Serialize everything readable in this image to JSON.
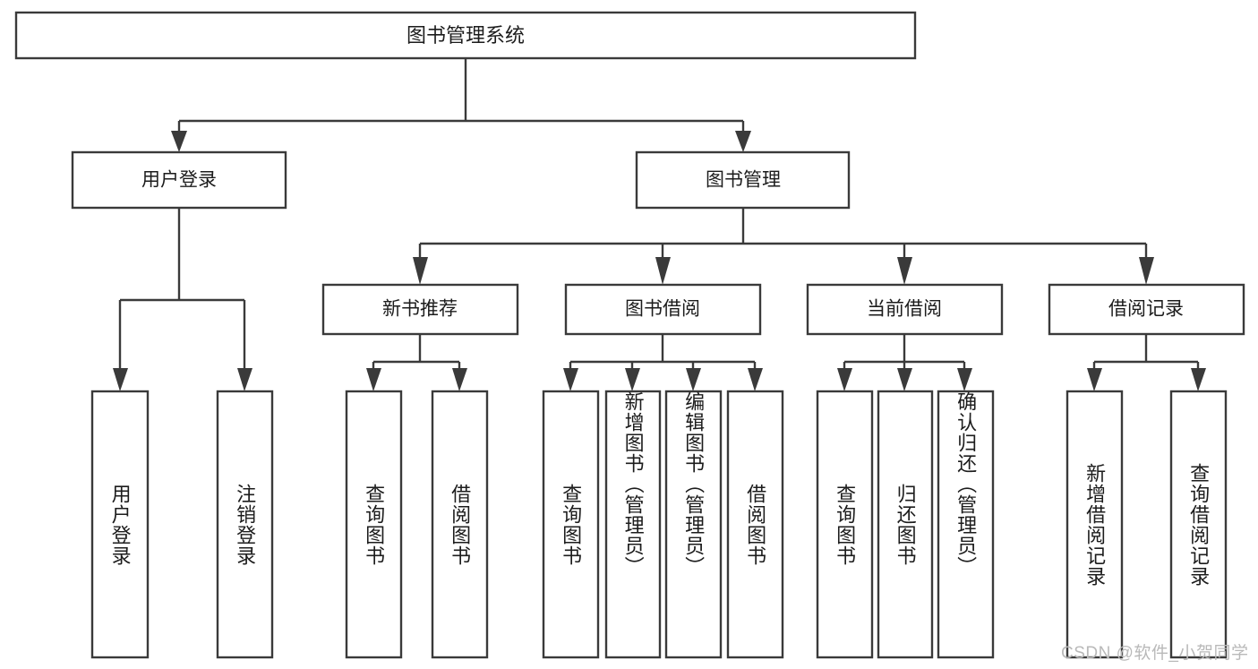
{
  "diagram": {
    "type": "tree",
    "title": "图书管理系统",
    "orientation": "top-down",
    "line_color": "#3a3a3a",
    "box_fill": "#ffffff",
    "levels": 4,
    "root": {
      "label": "图书管理系统",
      "children": [
        {
          "label": "用户登录",
          "children": [
            {
              "label": "用户登录"
            },
            {
              "label": "注销登录"
            }
          ]
        },
        {
          "label": "图书管理",
          "children": [
            {
              "label": "新书推荐",
              "children": [
                {
                  "label": "查询图书"
                },
                {
                  "label": "借阅图书"
                }
              ]
            },
            {
              "label": "图书借阅",
              "children": [
                {
                  "label": "查询图书"
                },
                {
                  "label": "新增图书（管理员）"
                },
                {
                  "label": "编辑图书（管理员）"
                },
                {
                  "label": "借阅图书"
                }
              ]
            },
            {
              "label": "当前借阅",
              "children": [
                {
                  "label": "查询图书"
                },
                {
                  "label": "归还图书"
                },
                {
                  "label": "确认归还（管理员）"
                }
              ]
            },
            {
              "label": "借阅记录",
              "children": [
                {
                  "label": "新增借阅记录"
                },
                {
                  "label": "查询借阅记录"
                }
              ]
            }
          ]
        }
      ]
    }
  },
  "nodes": {
    "root": "图书管理系统",
    "l1_user_login": "用户登录",
    "l1_book_manage": "图书管理",
    "l2_new_book_rec": "新书推荐",
    "l2_book_borrow": "图书借阅",
    "l2_current_borrow": "当前借阅",
    "l2_borrow_record": "借阅记录",
    "leaf_user_login": "用户登录",
    "leaf_logout": "注销登录",
    "leaf_nb_query": "查询图书",
    "leaf_nb_borrow": "借阅图书",
    "leaf_bb_query": "查询图书",
    "leaf_bb_add": "新增图书（管理员）",
    "leaf_bb_edit": "编辑图书（管理员）",
    "leaf_bb_borrow": "借阅图书",
    "leaf_cb_query": "查询图书",
    "leaf_cb_return": "归还图书",
    "leaf_cb_confirm": "确认归还（管理员）",
    "leaf_br_add": "新增借阅记录",
    "leaf_br_query": "查询借阅记录"
  },
  "watermark": {
    "text": "CSDN @软件_小贺同学"
  }
}
